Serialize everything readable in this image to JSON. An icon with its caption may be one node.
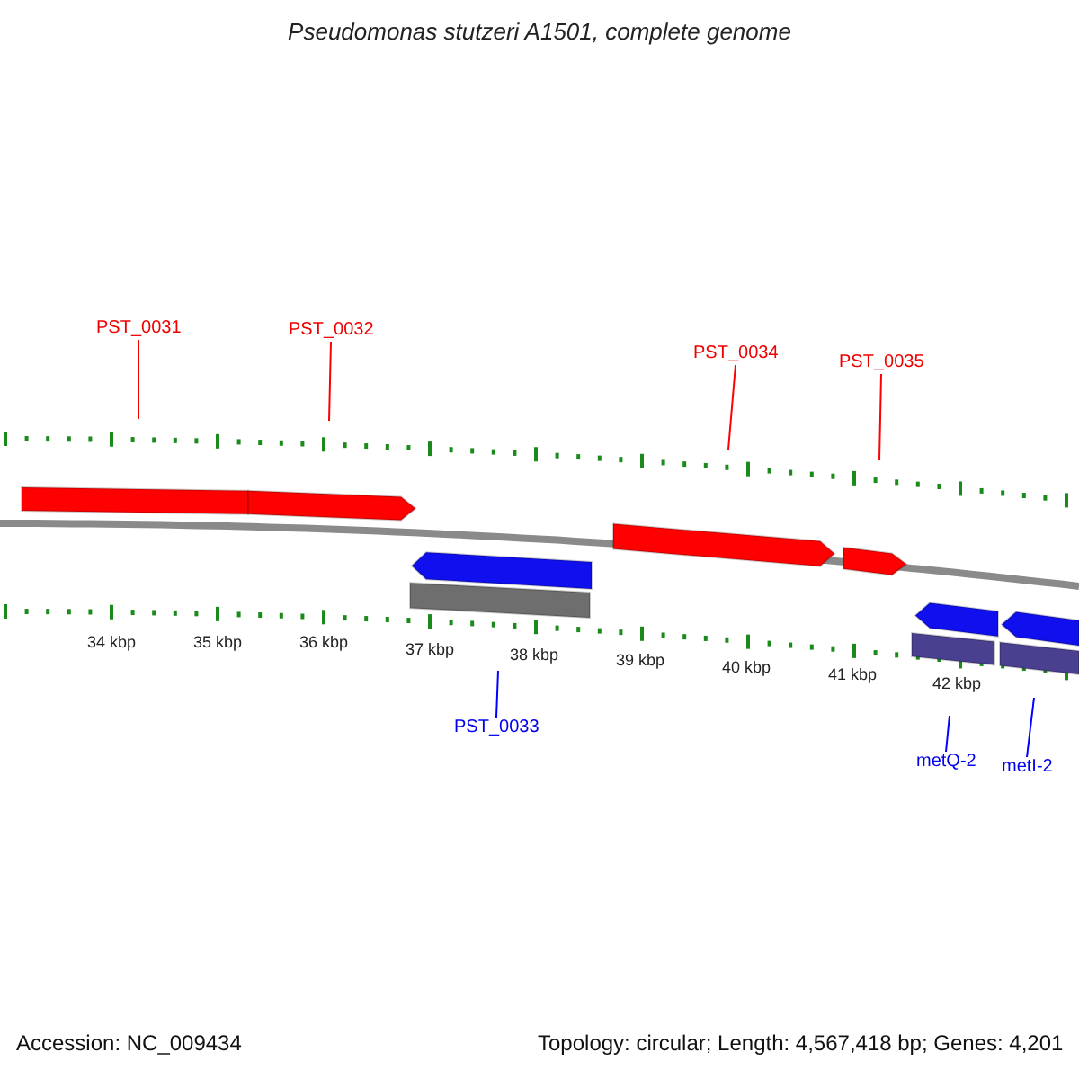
{
  "diagram": {
    "title": "Pseudomonas stutzeri A1501, complete genome",
    "nodes": [
      {
        "text": [
          "PST_0031"
        ]
      },
      {
        "text": [
          "PST_0032"
        ]
      },
      {
        "text": [
          "PST_0034"
        ]
      },
      {
        "text": [
          "PST_0035"
        ]
      },
      {
        "text": [
          "PST_0033"
        ]
      },
      {
        "text": [
          "metQ-2"
        ]
      },
      {
        "text": [
          "metI-2"
        ]
      }
    ],
    "edges": [
      {
        "from": 0,
        "to": null,
        "arrow": "none"
      },
      {
        "from": 1,
        "to": null,
        "arrow": "none"
      },
      {
        "from": 2,
        "to": null,
        "arrow": "none"
      },
      {
        "from": 3,
        "to": null,
        "arrow": "none"
      },
      {
        "from": 4,
        "to": null,
        "arrow": "none",
        "color": "#0000ff"
      },
      {
        "from": 5,
        "to": null,
        "arrow": "none",
        "color": "#0000ff"
      },
      {
        "from": 6,
        "to": null,
        "arrow": "none",
        "color": "#0000ff"
      }
    ],
    "labels": [
      "34 kbp",
      "35 kbp",
      "36 kbp",
      "37 kbp",
      "38 kbp",
      "39 kbp",
      "40 kbp",
      "41 kbp",
      "42 kbp",
      "Accession: NC_009434",
      "Topology: circular; Length: 4,567,418 bp; Genes: 4,201"
    ]
  }
}
